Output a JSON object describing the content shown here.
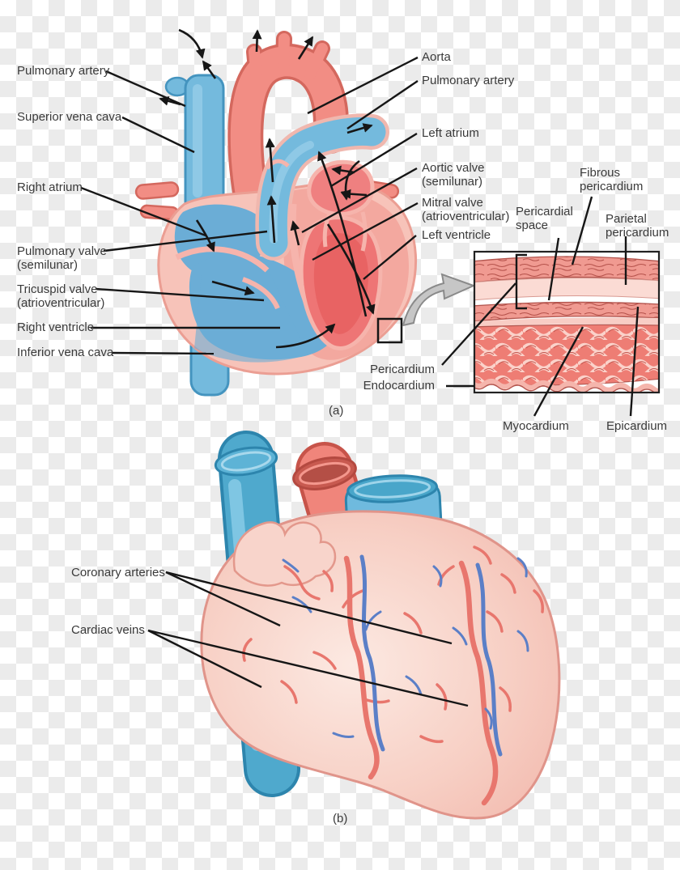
{
  "figure_title": "Heart anatomy diagram",
  "panel_a": {
    "caption": "(a)",
    "left_labels": {
      "pulmonary_artery": "Pulmonary artery",
      "superior_vena_cava": "Superior vena cava",
      "right_atrium": "Right atrium",
      "pulmonary_valve_line1": "Pulmonary valve",
      "pulmonary_valve_line2": "(semilunar)",
      "tricuspid_valve_line1": "Tricuspid valve",
      "tricuspid_valve_line2": "(atrioventricular)",
      "right_ventricle": "Right ventricle",
      "inferior_vena_cava": "Inferior vena cava"
    },
    "right_labels": {
      "aorta": "Aorta",
      "pulmonary_artery": "Pulmonary artery",
      "left_atrium": "Left atrium",
      "aortic_valve_line1": "Aortic valve",
      "aortic_valve_line2": "(semilunar)",
      "mitral_valve_line1": "Mitral valve",
      "mitral_valve_line2": "(atrioventricular)",
      "left_ventricle": "Left ventricle"
    },
    "inset_labels": {
      "pericardial_space_line1": "Pericardial",
      "pericardial_space_line2": "space",
      "fibrous_pericardium_line1": "Fibrous",
      "fibrous_pericardium_line2": "pericardium",
      "parietal_pericardium_line1": "Parietal",
      "parietal_pericardium_line2": "pericardium",
      "pericardium": "Pericardium",
      "endocardium": "Endocardium",
      "myocardium": "Myocardium",
      "epicardium": "Epicardium"
    }
  },
  "panel_b": {
    "caption": "(b)",
    "labels": {
      "coronary_arteries": "Coronary arteries",
      "cardiac_veins": "Cardiac veins"
    }
  },
  "colors": {
    "artery_salmon": "#f28d84",
    "artery_outline": "#d4685e",
    "vein_blue": "#74badd",
    "vein_outline": "#4494bf",
    "heart_wall_pink": "#f7c3b9",
    "chamber_blue": "#6badd6",
    "chamber_red": "#ee7575",
    "inset_muscle_red": "#ee7d74",
    "label_text": "#3a3a3a",
    "leader_line": "#161616",
    "checker_gray": "#ebebeb"
  }
}
